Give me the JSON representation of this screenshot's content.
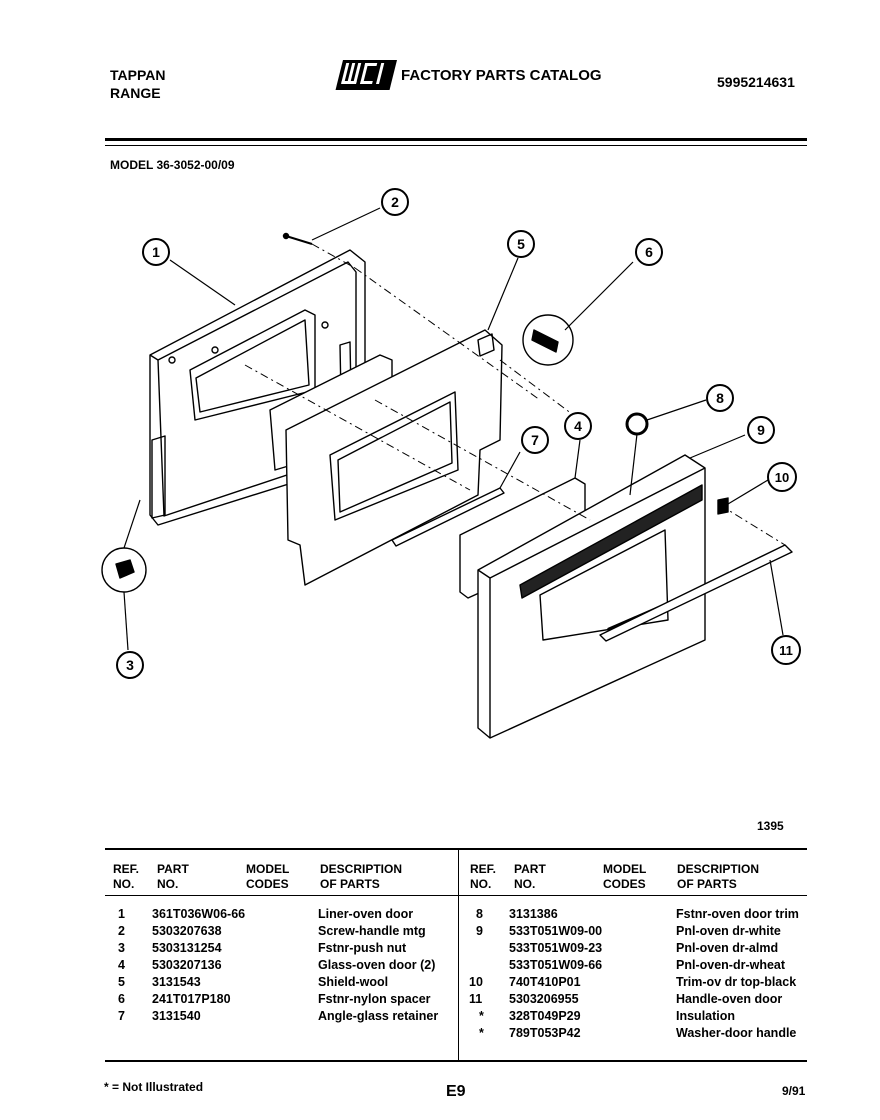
{
  "header": {
    "brand_line1": "TAPPAN",
    "brand_line2": "RANGE",
    "logo_text": "WCI",
    "catalog_title": "FACTORY PARTS CATALOG",
    "catalog_number": "5995214631"
  },
  "model_line": "MODEL 36-3052-00/09",
  "diagram": {
    "callouts": [
      "1",
      "2",
      "3",
      "4",
      "5",
      "6",
      "7",
      "8",
      "9",
      "10",
      "11"
    ],
    "figure_number": "1395"
  },
  "table": {
    "headers": {
      "ref": [
        "REF.",
        "NO."
      ],
      "part": [
        "PART",
        "NO."
      ],
      "model": [
        "MODEL",
        "CODES"
      ],
      "desc": [
        "DESCRIPTION",
        "OF PARTS"
      ]
    },
    "left_rows": [
      {
        "ref": "1",
        "part": "361T036W06-66",
        "desc": "Liner-oven door"
      },
      {
        "ref": "2",
        "part": "5303207638",
        "desc": "Screw-handle mtg"
      },
      {
        "ref": "3",
        "part": "5303131254",
        "desc": "Fstnr-push nut"
      },
      {
        "ref": "4",
        "part": "5303207136",
        "desc": "Glass-oven door (2)"
      },
      {
        "ref": "5",
        "part": "3131543",
        "desc": "Shield-wool"
      },
      {
        "ref": "6",
        "part": "241T017P180",
        "desc": "Fstnr-nylon spacer"
      },
      {
        "ref": "7",
        "part": "3131540",
        "desc": "Angle-glass retainer"
      }
    ],
    "right_rows": [
      {
        "ref": "8",
        "part": "3131386",
        "desc": "Fstnr-oven door trim"
      },
      {
        "ref": "9",
        "part": "533T051W09-00",
        "desc": "Pnl-oven dr-white"
      },
      {
        "ref": "",
        "part": "533T051W09-23",
        "desc": "Pnl-oven dr-almd"
      },
      {
        "ref": "",
        "part": "533T051W09-66",
        "desc": "Pnl-oven-dr-wheat"
      },
      {
        "ref": "10",
        "part": "740T410P01",
        "desc": "Trim-ov dr top-black"
      },
      {
        "ref": "11",
        "part": "5303206955",
        "desc": "Handle-oven door"
      },
      {
        "ref": "*",
        "part": "328T049P29",
        "desc": "Insulation"
      },
      {
        "ref": "*",
        "part": "789T053P42",
        "desc": "Washer-door handle"
      }
    ]
  },
  "footer": {
    "note": "* = Not Illustrated",
    "page": "E9",
    "date": "9/91"
  }
}
